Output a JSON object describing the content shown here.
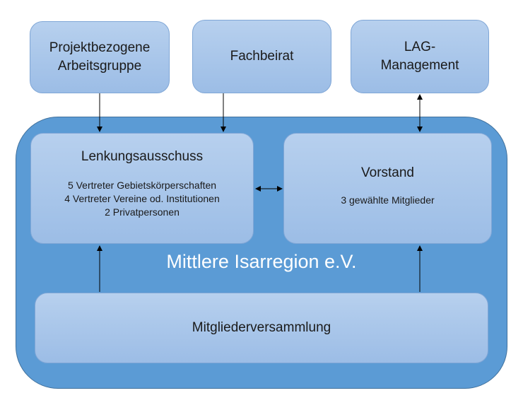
{
  "top_boxes": {
    "arbeitsgruppe": "Projektbezogene Arbeitsgruppe",
    "fachbeirat": "Fachbeirat",
    "lag": "LAG-Management"
  },
  "organization": "Mittlere Isarregion e.V.",
  "lenkungsausschuss": {
    "title": "Lenkungsausschuss",
    "members": [
      "5 Vertreter Gebietskörperschaften",
      "4 Vertreter Vereine od. Institutionen",
      "2 Privatpersonen"
    ]
  },
  "vorstand": {
    "title": "Vorstand",
    "members": "3 gewählte Mitglieder"
  },
  "mitgliederversammlung": "Mitgliederversammlung",
  "colors": {
    "outer": "#5b9bd5",
    "box": "#a9c7ec"
  }
}
